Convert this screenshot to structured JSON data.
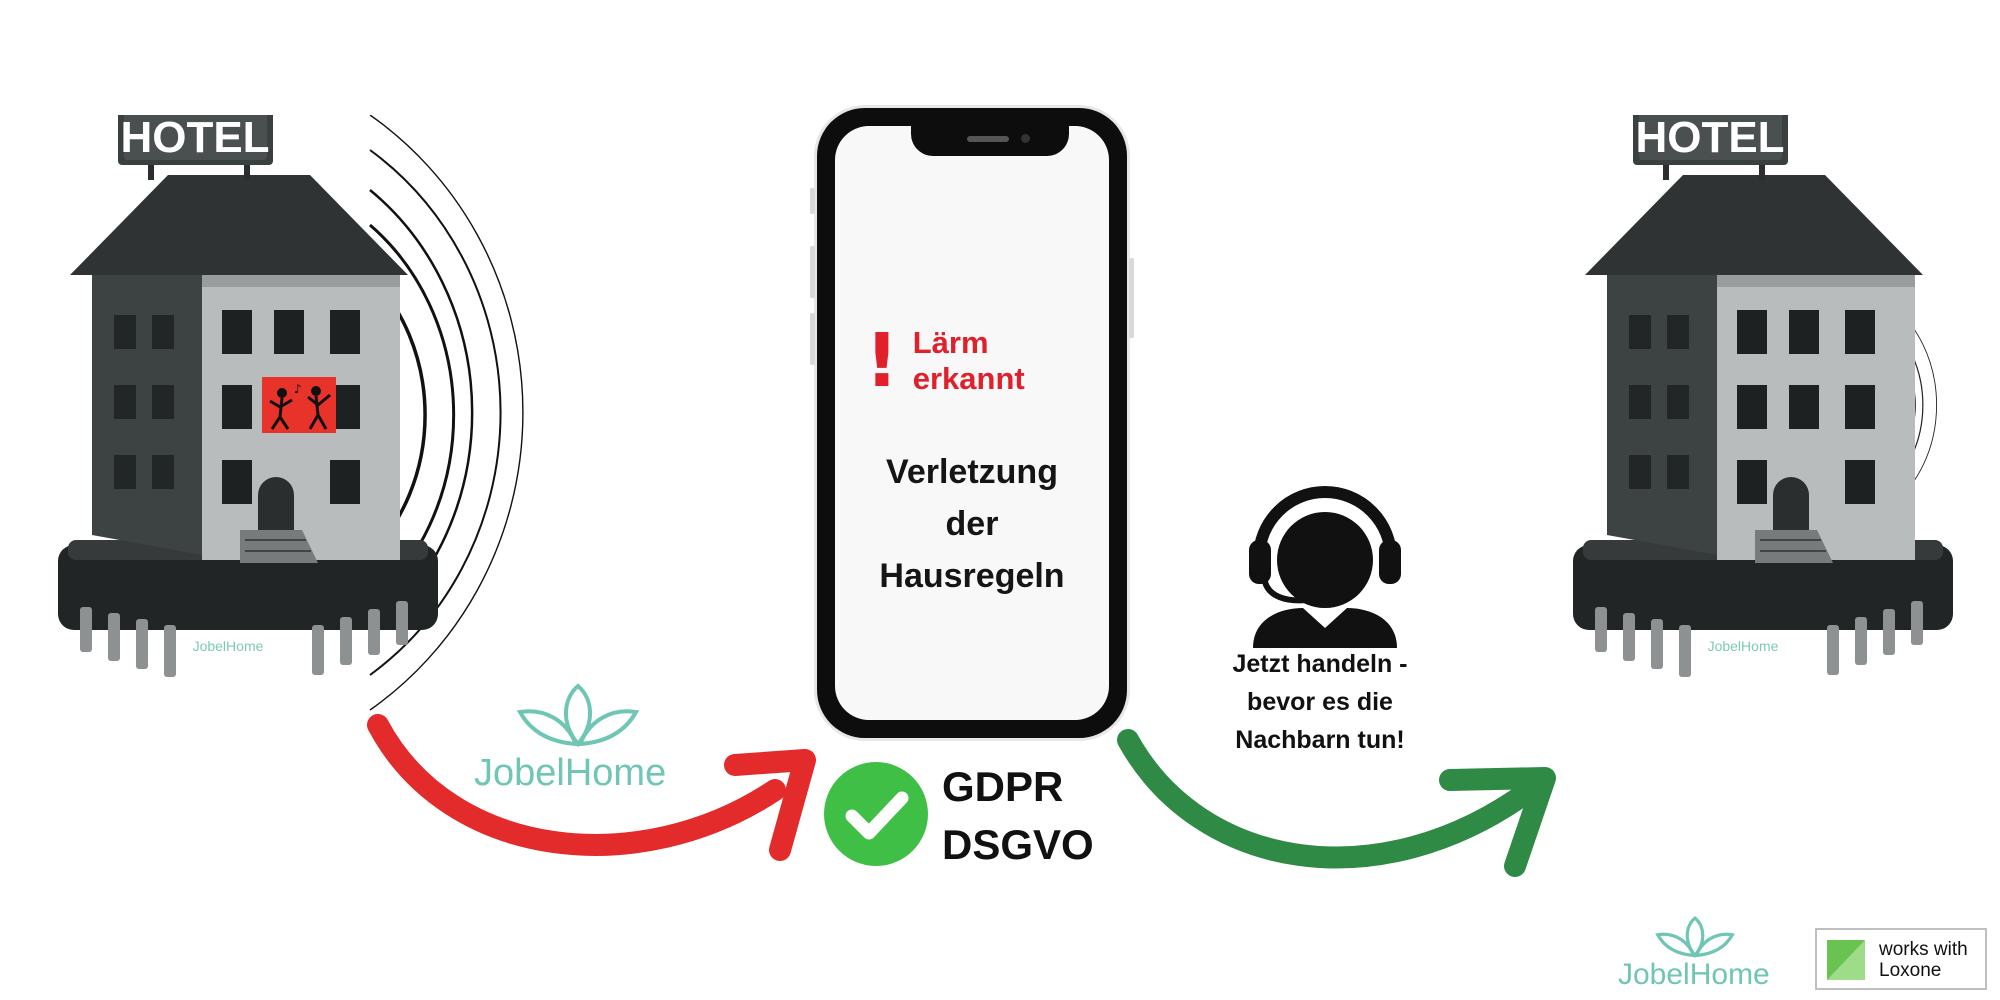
{
  "hotel_left": {
    "sign": "HOTEL",
    "chip_brand": "JobelHome"
  },
  "hotel_right": {
    "sign": "HOTEL",
    "chip_brand": "JobelHome"
  },
  "phone": {
    "alert_icon": "!",
    "alert_text": "Lärm erkannt",
    "violation_lines": [
      "Verletzung",
      "der",
      "Hausregeln"
    ]
  },
  "compliance": {
    "icon": "check-circle-icon",
    "lines": [
      "GDPR",
      "DSGVO"
    ]
  },
  "agent": {
    "icon": "headset-agent-icon",
    "lines": [
      "Jetzt handeln -",
      "bevor es die",
      "Nachbarn tun!"
    ]
  },
  "brand": {
    "name": "JobelHome"
  },
  "loxone_badge": {
    "lines": [
      "works with",
      "Loxone"
    ]
  },
  "colors": {
    "alert_red": "#e0202a",
    "arrow_red": "#e32b2b",
    "arrow_green": "#2e8a45",
    "check_green": "#3fbf45",
    "brand_teal": "#6fc6b4",
    "building_dark": "#2f3333",
    "facade_gray": "#b9bcbc"
  }
}
